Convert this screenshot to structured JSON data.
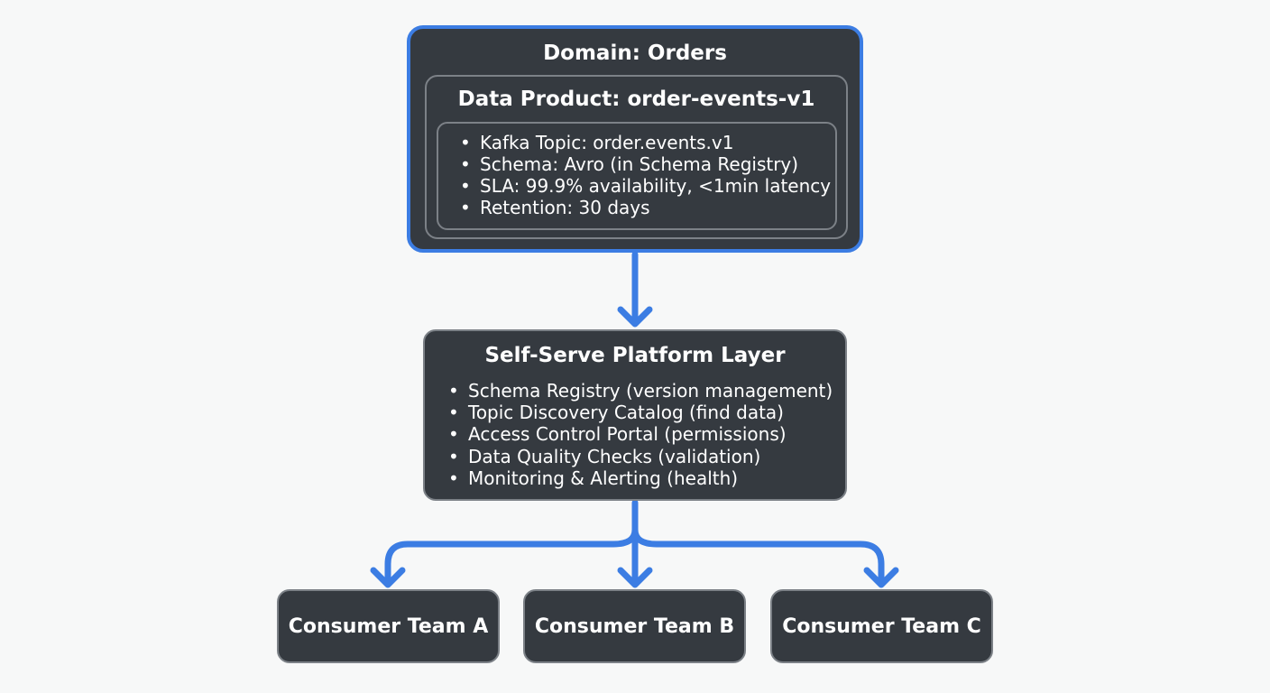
{
  "domain": {
    "title": "Domain: Orders",
    "data_product": {
      "title": "Data Product: order-events-v1",
      "details": [
        "Kafka Topic: order.events.v1",
        "Schema: Avro (in Schema Registry)",
        "SLA: 99.9% availability, <1min latency",
        "Retention: 30 days"
      ]
    }
  },
  "platform": {
    "title": "Self-Serve Platform Layer",
    "items": [
      "Schema Registry (version management)",
      "Topic Discovery Catalog (find data)",
      "Access Control Portal (permissions)",
      "Data Quality Checks (validation)",
      "Monitoring & Alerting (health)"
    ]
  },
  "consumers": [
    "Consumer Team A",
    "Consumer Team B",
    "Consumer Team C"
  ],
  "colors": {
    "background": "#f7f8f8",
    "box_fill": "#353a40",
    "accent_blue": "#3c7de3",
    "inner_border": "#7c8187",
    "text": "#ffffff"
  }
}
